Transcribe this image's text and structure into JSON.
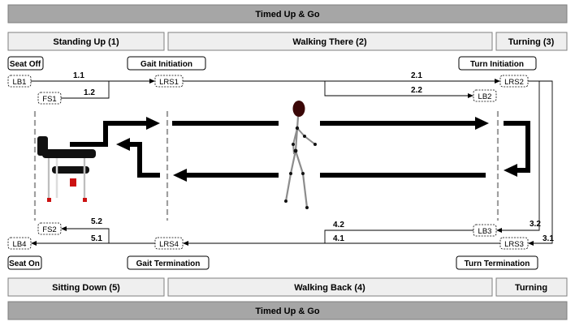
{
  "bars": {
    "top_title": "Timed Up & Go",
    "bottom_title": "Timed Up & Go",
    "phase_top": [
      "Standing Up (1)",
      "Walking There (2)",
      "Turning (3)"
    ],
    "phase_bottom": [
      "Sitting Down (5)",
      "Walking Back (4)",
      "Turning"
    ]
  },
  "tags": {
    "seat_off": "Seat Off",
    "gait_initiation": "Gait Initiation",
    "turn_initiation": "Turn Initiation",
    "seat_on": "Seat On",
    "gait_termination": "Gait Termination",
    "turn_termination": "Turn Termination"
  },
  "nodes": {
    "lb1": "LB1",
    "fs1": "FS1",
    "lrs1": "LRS1",
    "lrs2": "LRS2",
    "lb2": "LB2",
    "fs2": "FS2",
    "lb4": "LB4",
    "lrs4": "LRS4",
    "lb3": "LB3",
    "lrs3": "LRS3"
  },
  "steps": {
    "s11": "1.1",
    "s12": "1.2",
    "s21": "2.1",
    "s22": "2.2",
    "s32": "3.2",
    "s31": "3.1",
    "s42": "4.2",
    "s41": "4.1",
    "s52": "5.2",
    "s51": "5.1"
  }
}
